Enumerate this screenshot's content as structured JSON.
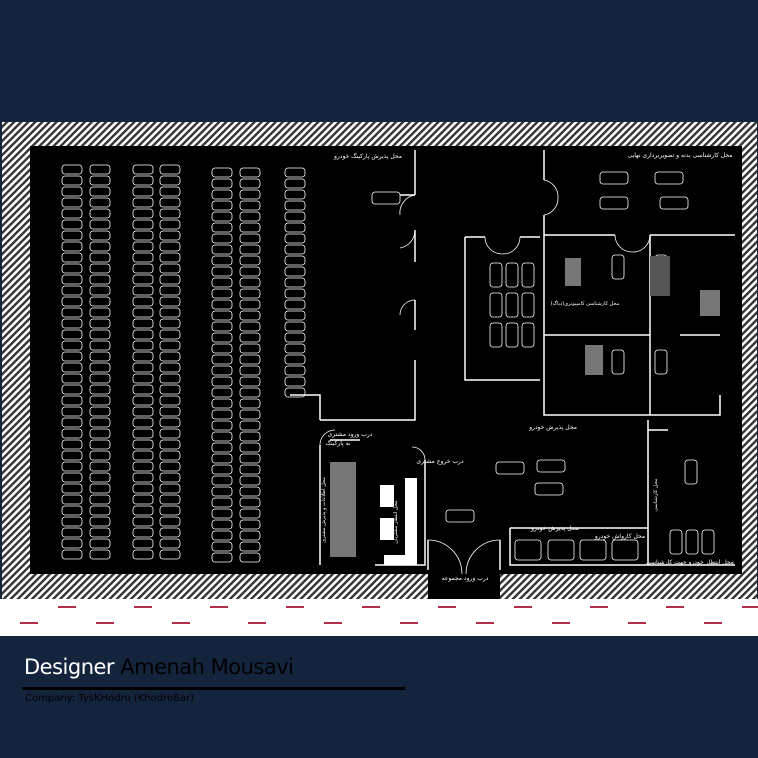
{
  "plan": {
    "labels": {
      "parking_reception": "محل پذیرش پارکینگ خودرو",
      "body_inspection_photo": "محل کارشناسی بدنه و تصویربرداری نهایی",
      "computer_inspection": "محل کارشناسی کامپیوتری(دیاگ)",
      "customer_entrance_parking": "درب ورود مشتری",
      "customer_entrance_parking_2": "به پارکینگ",
      "customer_exit": "درب خروج مشتری",
      "car_reception": "محل پذیرش خودرو",
      "car_reception_2": "محل پذیرش خودرو",
      "car_wash": "محل کارواش خودرو",
      "waiting_for_inspection": "محل انتظار خودرو جهت کارشناسی",
      "complex_entrance": "درب ورود مجموعه",
      "customer_waiting": "محل انتظار مشتریان",
      "info_desk": "محل اطلاعات و پذیرش مشتری",
      "inspection_area": "محل کارشناسی"
    },
    "colors": {
      "background": "#15243d",
      "floor": "#000000",
      "lines": "#ffffff",
      "road_arrows": "#b0304a"
    }
  },
  "credits": {
    "designer_label": "Designer",
    "designer_name": "Amenah Mousavi",
    "company": "Company: TysKHodro (KhodroBar)"
  }
}
